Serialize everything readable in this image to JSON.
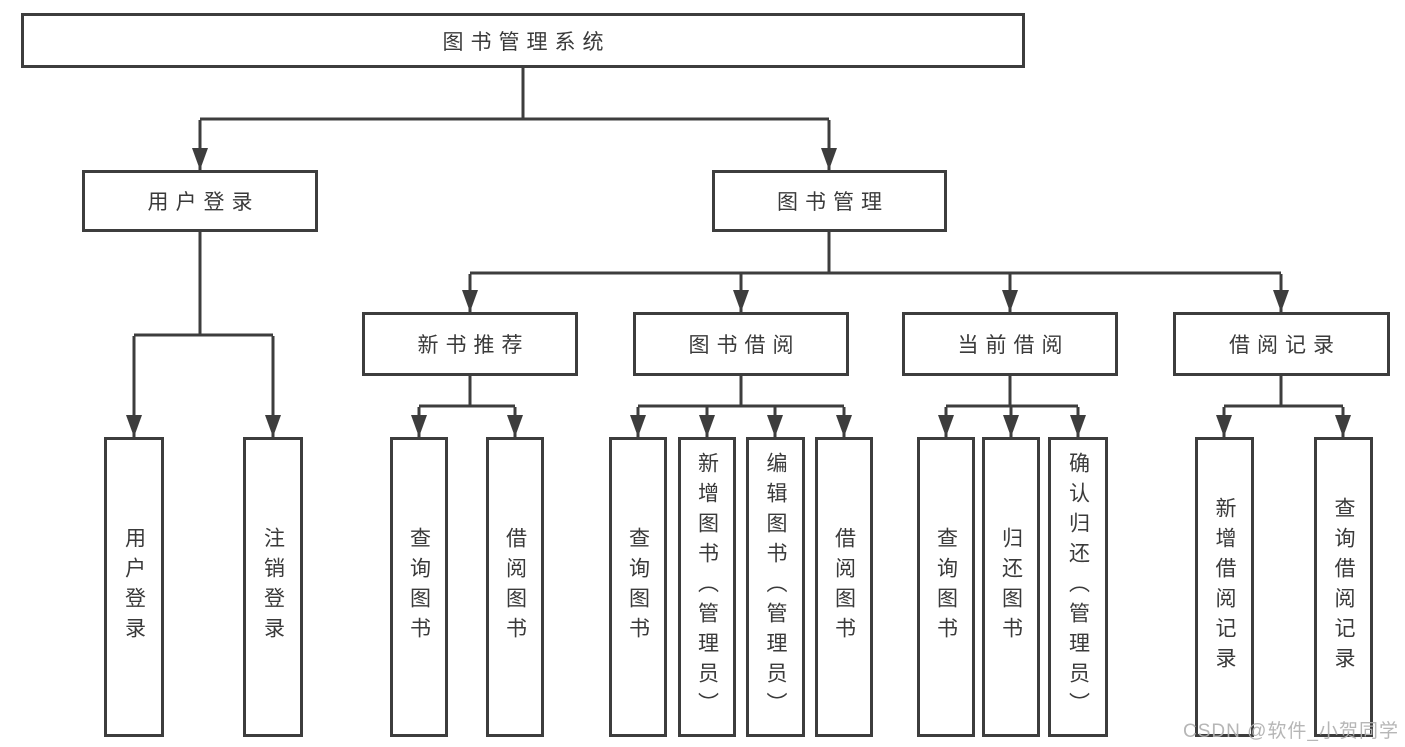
{
  "diagram": {
    "root": {
      "label": "图书管理系统"
    },
    "branches": [
      {
        "label": "用户登录",
        "children": [
          {
            "label": "用户登录"
          },
          {
            "label": "注销登录"
          }
        ]
      },
      {
        "label": "图书管理",
        "children": [
          {
            "label": "新书推荐",
            "children": [
              {
                "label": "查询图书"
              },
              {
                "label": "借阅图书"
              }
            ]
          },
          {
            "label": "图书借阅",
            "children": [
              {
                "label": "查询图书"
              },
              {
                "label": "新增图书（管理员）"
              },
              {
                "label": "编辑图书（管理员）"
              },
              {
                "label": "借阅图书"
              }
            ]
          },
          {
            "label": "当前借阅",
            "children": [
              {
                "label": "查询图书"
              },
              {
                "label": "归还图书"
              },
              {
                "label": "确认归还（管理员）"
              }
            ]
          },
          {
            "label": "借阅记录",
            "children": [
              {
                "label": "新增借阅记录"
              },
              {
                "label": "查询借阅记录"
              }
            ]
          }
        ]
      }
    ],
    "watermark": "CSDN @软件_小贺同学",
    "colors": {
      "line": "#3d3d3d",
      "text": "#3a3a3a",
      "background": "#ffffff",
      "watermark": "#b0b0b0"
    }
  }
}
